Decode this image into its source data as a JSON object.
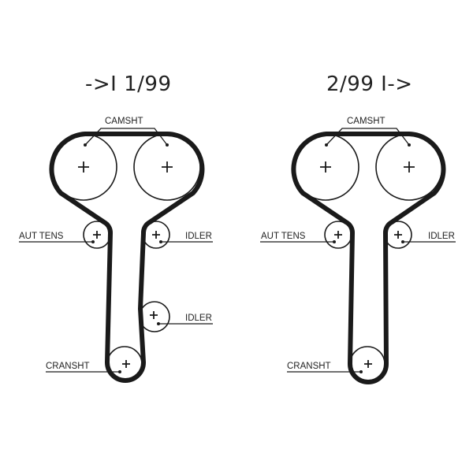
{
  "diagrams": [
    {
      "title": "->I 1/99",
      "labels": {
        "camshaft": "CAMSHT",
        "tensioner": "AUT TENS",
        "idler_upper": "IDLER",
        "idler_lower": "IDLER",
        "crankshaft": "CRANSHT"
      }
    },
    {
      "title": "2/99  I->",
      "labels": {
        "camshaft": "CAMSHT",
        "tensioner": "AUT TENS",
        "idler_upper": "IDLER",
        "crankshaft": "CRANSHT"
      }
    }
  ],
  "colors": {
    "belt": "#1a1a1a",
    "line": "#222222",
    "background": "#ffffff"
  }
}
